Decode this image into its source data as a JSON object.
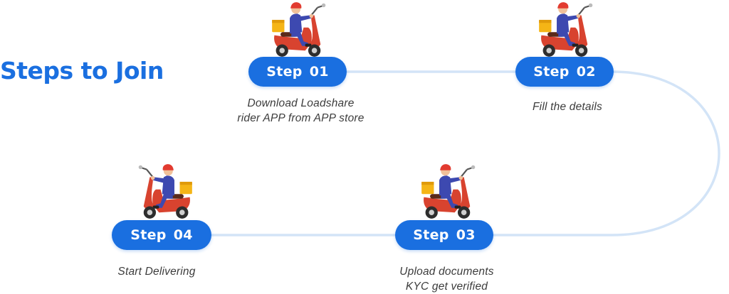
{
  "title": "Steps to Join",
  "colors": {
    "accent": "#1a6fe0",
    "connector": "#d3e4f7",
    "scooter_body": "#d8432f",
    "rider_top": "#3d49b0",
    "helmet": "#e23b30",
    "box": "#f5b516"
  },
  "steps": [
    {
      "label": "Step",
      "number": "01",
      "caption": [
        "Download Loadshare",
        "rider APP from APP store"
      ]
    },
    {
      "label": "Step",
      "number": "02",
      "caption": [
        "Fill the details"
      ]
    },
    {
      "label": "Step",
      "number": "03",
      "caption": [
        "Upload documents",
        "KYC get verified"
      ]
    },
    {
      "label": "Step",
      "number": "04",
      "caption": [
        "Start Delivering"
      ]
    }
  ],
  "icons": [
    "delivery-scooter-icon"
  ]
}
